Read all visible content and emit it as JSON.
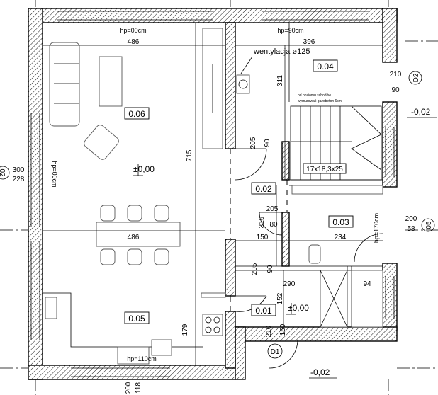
{
  "rooms": [
    {
      "id": "0.06",
      "label": "0.06"
    },
    {
      "id": "0.05",
      "label": "0.05"
    },
    {
      "id": "0.04",
      "label": "0.04"
    },
    {
      "id": "0.03",
      "label": "0.03"
    },
    {
      "id": "0.02",
      "label": "0.02"
    },
    {
      "id": "0.01",
      "label": "0.01"
    }
  ],
  "heights": {
    "h1": "hp=00cm",
    "h2": "hp=90cm",
    "h3": "hp=00cm",
    "h4": "hp=170cm",
    "h5": "hp=110cm"
  },
  "levels": {
    "main": "±0,00",
    "hall": "±0,00",
    "outer_right": "-0,02",
    "outer_bottom": "-0,02"
  },
  "dimensions": {
    "d486_top": "486",
    "d396": "396",
    "d311": "311",
    "d715": "715",
    "d205_a": "205",
    "d90_a": "90",
    "d205_b": "205",
    "d80": "80",
    "d319": "319",
    "d150": "150",
    "d234": "234",
    "d486_mid": "486",
    "d205_c": "205",
    "d90_b": "90",
    "d290": "290",
    "d152": "152",
    "d94": "94",
    "d179": "179",
    "d210_a": "210",
    "d90_c": "90",
    "d210_b": "210",
    "d150_b": "150",
    "d300": "300",
    "d228": "228",
    "d200_r": "200",
    "d58": "58",
    "d200_b": "200",
    "d118": "118"
  },
  "annotations": {
    "vent": "wentylacja ø125",
    "stairs": "17x18,3x25",
    "note_line1": "od poziomu schodów",
    "note_line2": "wymurować gazobeton 6cm"
  },
  "axes": {
    "d2": "D2",
    "d1": "D1",
    "a5": "05",
    "a2": "02"
  }
}
